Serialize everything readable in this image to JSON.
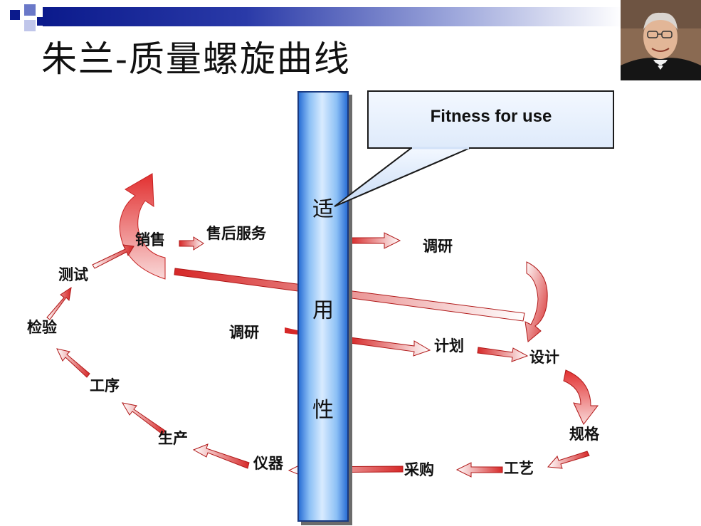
{
  "title": "朱兰-质量螺旋曲线",
  "callout": "Fitness for use",
  "column_chars": [
    "适",
    "用",
    "性"
  ],
  "nodes": {
    "xiaoshou": "销售",
    "shouhou": "售后服务",
    "diaoyan_top": "调研",
    "ceshi": "测试",
    "jianyan": "检验",
    "diaoyan_mid": "调研",
    "jihua": "计划",
    "sheji": "设计",
    "gongxu": "工序",
    "guige": "规格",
    "shengchan": "生产",
    "yiqi": "仪器",
    "caigou": "采购",
    "gongyi": "工艺"
  },
  "colors": {
    "arrow_red": "#d62828",
    "column_blue": "#2a6fd6",
    "callout_fill": "#d6e6fb",
    "header_blue": "#0b1a8c"
  }
}
